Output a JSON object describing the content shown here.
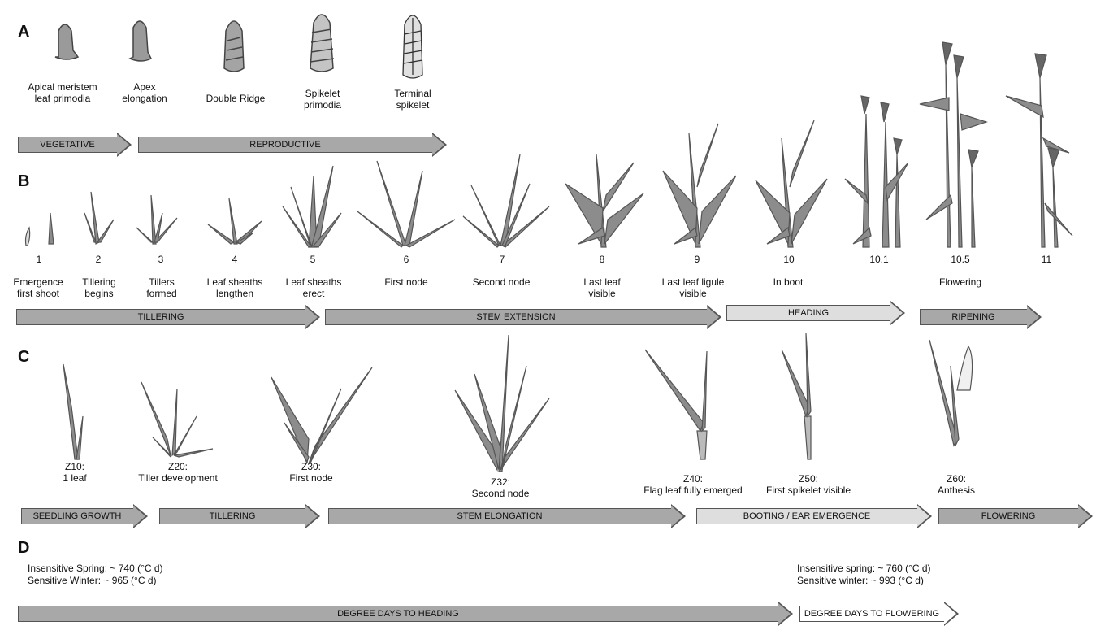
{
  "panel_letters": {
    "a": "A",
    "b": "B",
    "c": "C",
    "d": "D"
  },
  "panel_a": {
    "stages": [
      {
        "label": "Apical meristem\nleaf primodia"
      },
      {
        "label": "Apex\nelongation"
      },
      {
        "label": "Double Ridge"
      },
      {
        "label": "Spikelet\nprimodia"
      },
      {
        "label": "Terminal\nspikelet"
      }
    ],
    "phases": [
      "VEGETATIVE",
      "REPRODUCTIVE"
    ]
  },
  "panel_b": {
    "stages": [
      {
        "number": "1",
        "label": "Emergence\nfirst shoot"
      },
      {
        "number": "2",
        "label": "Tillering\nbegins"
      },
      {
        "number": "3",
        "label": "Tillers\nformed"
      },
      {
        "number": "4",
        "label": "Leaf sheaths\nlengthen"
      },
      {
        "number": "5",
        "label": "Leaf sheaths\nerect"
      },
      {
        "number": "6",
        "label": "First node"
      },
      {
        "number": "7",
        "label": "Second node"
      },
      {
        "number": "8",
        "label": "Last leaf\nvisible"
      },
      {
        "number": "9",
        "label": "Last leaf ligule\nvisible"
      },
      {
        "number": "10",
        "label": "In boot"
      },
      {
        "number": "10.1",
        "label": ""
      },
      {
        "number": "10.5",
        "label": "Flowering"
      },
      {
        "number": "11",
        "label": ""
      }
    ],
    "phases": [
      "TILLERING",
      "STEM EXTENSION",
      "HEADING",
      "RIPENING"
    ]
  },
  "panel_c": {
    "stages": [
      {
        "label": "Z10:\n1 leaf"
      },
      {
        "label": "Z20:\nTiller development"
      },
      {
        "label": "Z30:\nFirst node"
      },
      {
        "label": "Z32:\nSecond node"
      },
      {
        "label": "Z40:\nFlag leaf fully emerged"
      },
      {
        "label": "Z50:\nFirst spikelet visible"
      },
      {
        "label": "Z60:\nAnthesis"
      }
    ],
    "phases": [
      "SEEDLING GROWTH",
      "TILLERING",
      "STEM ELONGATION",
      "BOOTING / EAR EMERGENCE",
      "FLOWERING"
    ]
  },
  "panel_d": {
    "heading_info": [
      "Insensitive Spring: ~ 740 (°C d)",
      "Sensitive Winter: ~ 965 (°C d)"
    ],
    "flowering_info": [
      "Insensitive spring:  ~ 760 (°C d)",
      "Sensitive winter: ~ 993 (°C d)"
    ],
    "phases": [
      "DEGREE DAYS TO HEADING",
      "DEGREE DAYS TO FLOWERING"
    ]
  },
  "colors": {
    "dark_arrow": "#a8a8a8",
    "light_arrow": "#dedede",
    "plant": "#8c8c8c",
    "outline": "#444444"
  }
}
